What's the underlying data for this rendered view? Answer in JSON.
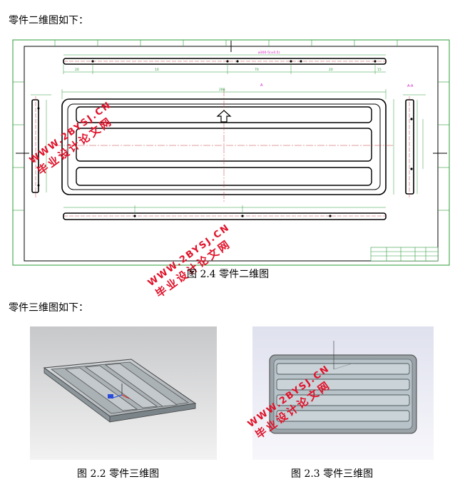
{
  "heading_2d": "零件二维图如下：",
  "caption_2d": "图 2.4 零件二维图",
  "heading_3d": "零件三维图如下：",
  "caption_3d_left": "图 2.2 零件三维图",
  "caption_3d_right": "图 2.3 零件三维图",
  "watermark": {
    "site": "WWW.2BYSJ.CN",
    "cn": "毕业设计论文网"
  },
  "drawing": {
    "dims_top": [
      "20",
      "10",
      "70",
      "20",
      "15"
    ],
    "dim_label_mid": "288",
    "magenta_note": "ø300-5(±0.5)",
    "section_label_a": "A",
    "section_label_b": "A-A"
  },
  "colors": {
    "drawing_green": "#2e9b3a",
    "dim_red": "#c83c3c",
    "watermark_red": "#e0122a",
    "magenta": "#d020c0"
  }
}
